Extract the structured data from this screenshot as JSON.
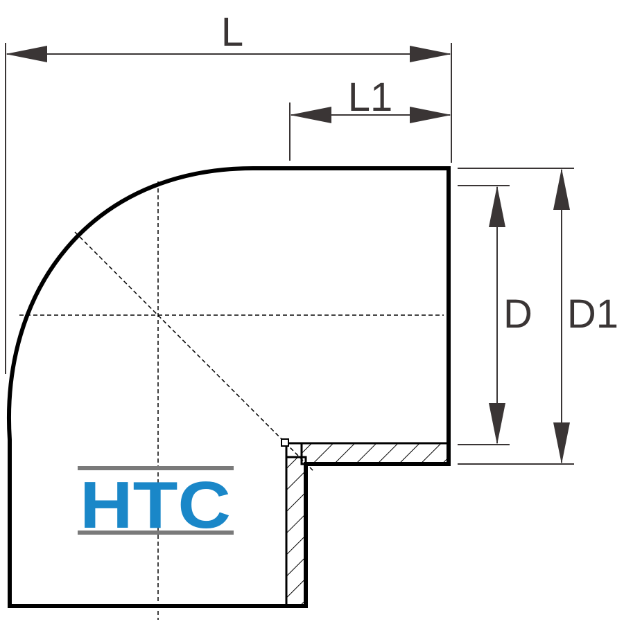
{
  "labels": {
    "L": "L",
    "L1": "L1",
    "D": "D",
    "D1": "D1"
  },
  "logo": {
    "text": "HTC",
    "text_color": "#1a87c8",
    "bar_color": "#7a7a7a"
  },
  "colors": {
    "outline": "#000000",
    "dimension": "#3a3535"
  }
}
